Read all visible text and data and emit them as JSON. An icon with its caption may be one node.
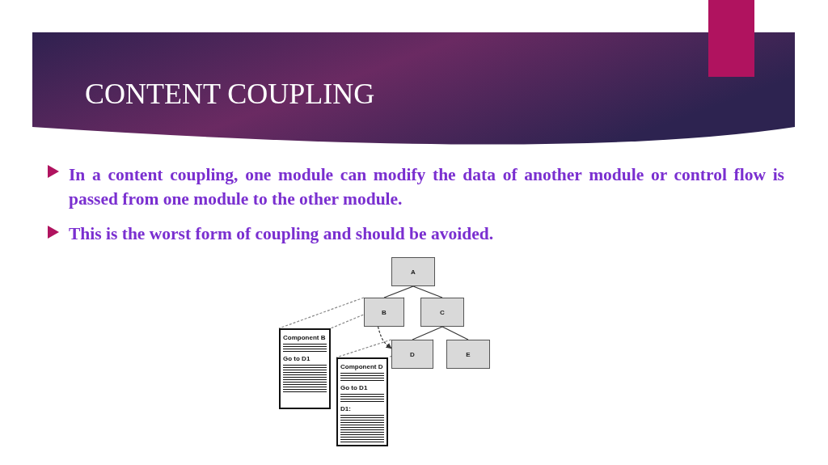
{
  "diagram": {
    "title": "CONTENT COUPLING",
    "nodes": [
      {
        "text": [
          "A"
        ]
      },
      {
        "text": [
          "B"
        ]
      },
      {
        "text": [
          "C"
        ]
      },
      {
        "text": [
          "D"
        ]
      },
      {
        "text": [
          "E"
        ]
      },
      {
        "text": [
          "Component B",
          "Go to D1"
        ]
      },
      {
        "text": [
          "Component D",
          "Go to D1",
          "D1:"
        ]
      }
    ],
    "edges": [
      {
        "from": 0,
        "to": 1,
        "arrow": "none"
      },
      {
        "from": 0,
        "to": 2,
        "arrow": "none"
      },
      {
        "from": 2,
        "to": 3,
        "arrow": "none"
      },
      {
        "from": 2,
        "to": 4,
        "arrow": "none"
      },
      {
        "from": 1,
        "to": 3,
        "arrow": "to",
        "style": "dashed"
      },
      {
        "from": 1,
        "to": 5,
        "arrow": "none",
        "style": "dashed",
        "color": "#888888"
      },
      {
        "from": 1,
        "to": 5,
        "arrow": "none",
        "style": "dashed",
        "color": "#888888"
      },
      {
        "from": 3,
        "to": 6,
        "arrow": "none",
        "style": "dashed",
        "color": "#888888"
      },
      {
        "from": 3,
        "to": 6,
        "arrow": "none",
        "style": "dashed",
        "color": "#888888"
      }
    ],
    "labels": [
      "In a content coupling, one module can modify the data of another module or control flow is passed from one module to the other module.",
      "This is the worst form of coupling and should be avoided."
    ]
  }
}
